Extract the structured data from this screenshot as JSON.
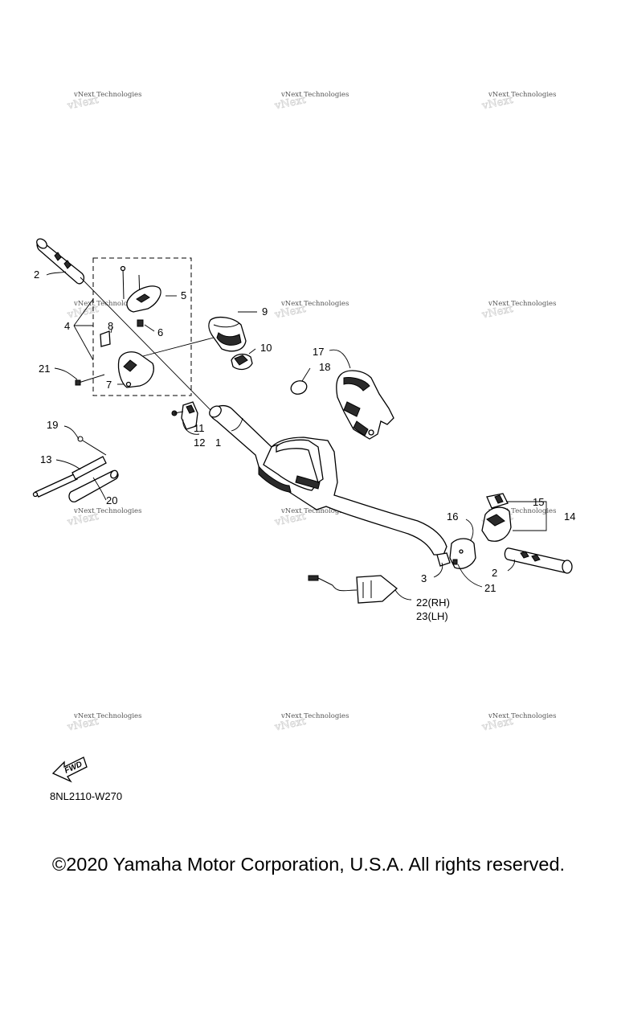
{
  "watermark": "vNext Technologies",
  "diagram_code": "8NL2110-W270",
  "fwd_label": "FWD",
  "copyright": "©2020 Yamaha Motor Corporation, U.S.A. All rights reserved.",
  "labels": {
    "p1": "1",
    "p2a": "2",
    "p2b": "2",
    "p3": "3",
    "p4": "4",
    "p5": "5",
    "p6": "6",
    "p7": "7",
    "p8": "8",
    "p9": "9",
    "p10": "10",
    "p11": "11",
    "p12": "12",
    "p13": "13",
    "p14": "14",
    "p15": "15",
    "p16": "16",
    "p17": "17",
    "p18": "18",
    "p19": "19",
    "p20": "20",
    "p21a": "21",
    "p21b": "21",
    "p22": "22(RH)",
    "p23": "23(LH)"
  }
}
